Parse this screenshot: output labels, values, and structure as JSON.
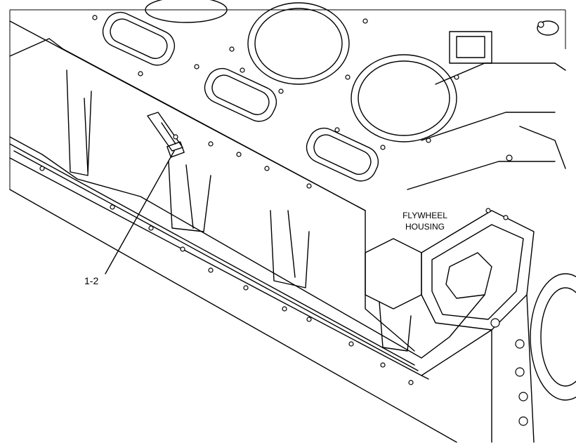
{
  "diagram": {
    "callouts": [
      {
        "id": "callout-1-2",
        "text": "1-2"
      }
    ],
    "labels": {
      "flywheel_housing_line1": "FLYWHEEL",
      "flywheel_housing_line2": "HOUSING"
    },
    "colors": {
      "line": "#000000",
      "background": "#ffffff"
    }
  }
}
